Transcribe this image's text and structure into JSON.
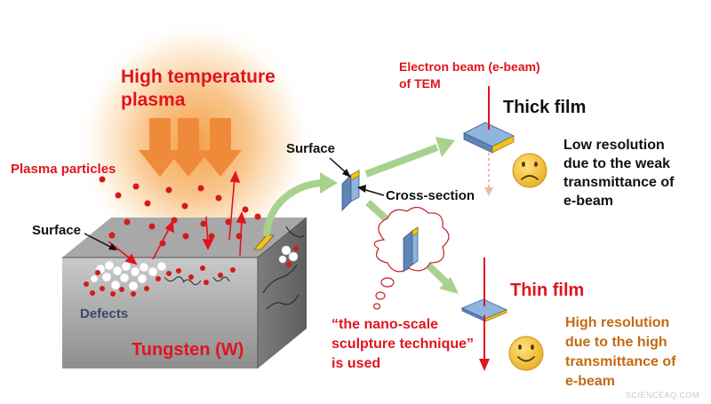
{
  "labels": {
    "plasma_title_line1": "High temperature",
    "plasma_title_line2": "plasma",
    "plasma_particles": "Plasma particles",
    "surface_left": "Surface",
    "defects": "Defects",
    "tungsten": "Tungsten (W)",
    "surface_mid": "Surface",
    "cross_section": "Cross-section",
    "ebeam_line1": "Electron beam (e-beam)",
    "ebeam_line2": "of TEM",
    "thick_film": "Thick film",
    "low_res_line1": "Low resolution",
    "low_res_line2": "due to the weak",
    "low_res_line3": "transmittance of",
    "low_res_line4": "e-beam",
    "thin_film": "Thin film",
    "high_res_line1": "High resolution",
    "high_res_line2": "due to the high",
    "high_res_line3": "transmittance of",
    "high_res_line4": "e-beam",
    "technique_line1": "“the nano-scale",
    "technique_line2": "sculpture technique”",
    "technique_line3": "is used",
    "watermark": "SCIENCEAQ.COM"
  },
  "icons": {
    "sad_face": "sad-face-icon",
    "happy_face": "happy-face-icon"
  },
  "colors": {
    "red_text": "#e0141e",
    "orange_text": "#c46a12",
    "arrow_green": "#a9d18e",
    "plasma_orange": "#f4a15a",
    "film_blue": "#8fb4de",
    "face_yellow": "#f6c343",
    "block_gray": "#9b9b9b"
  }
}
